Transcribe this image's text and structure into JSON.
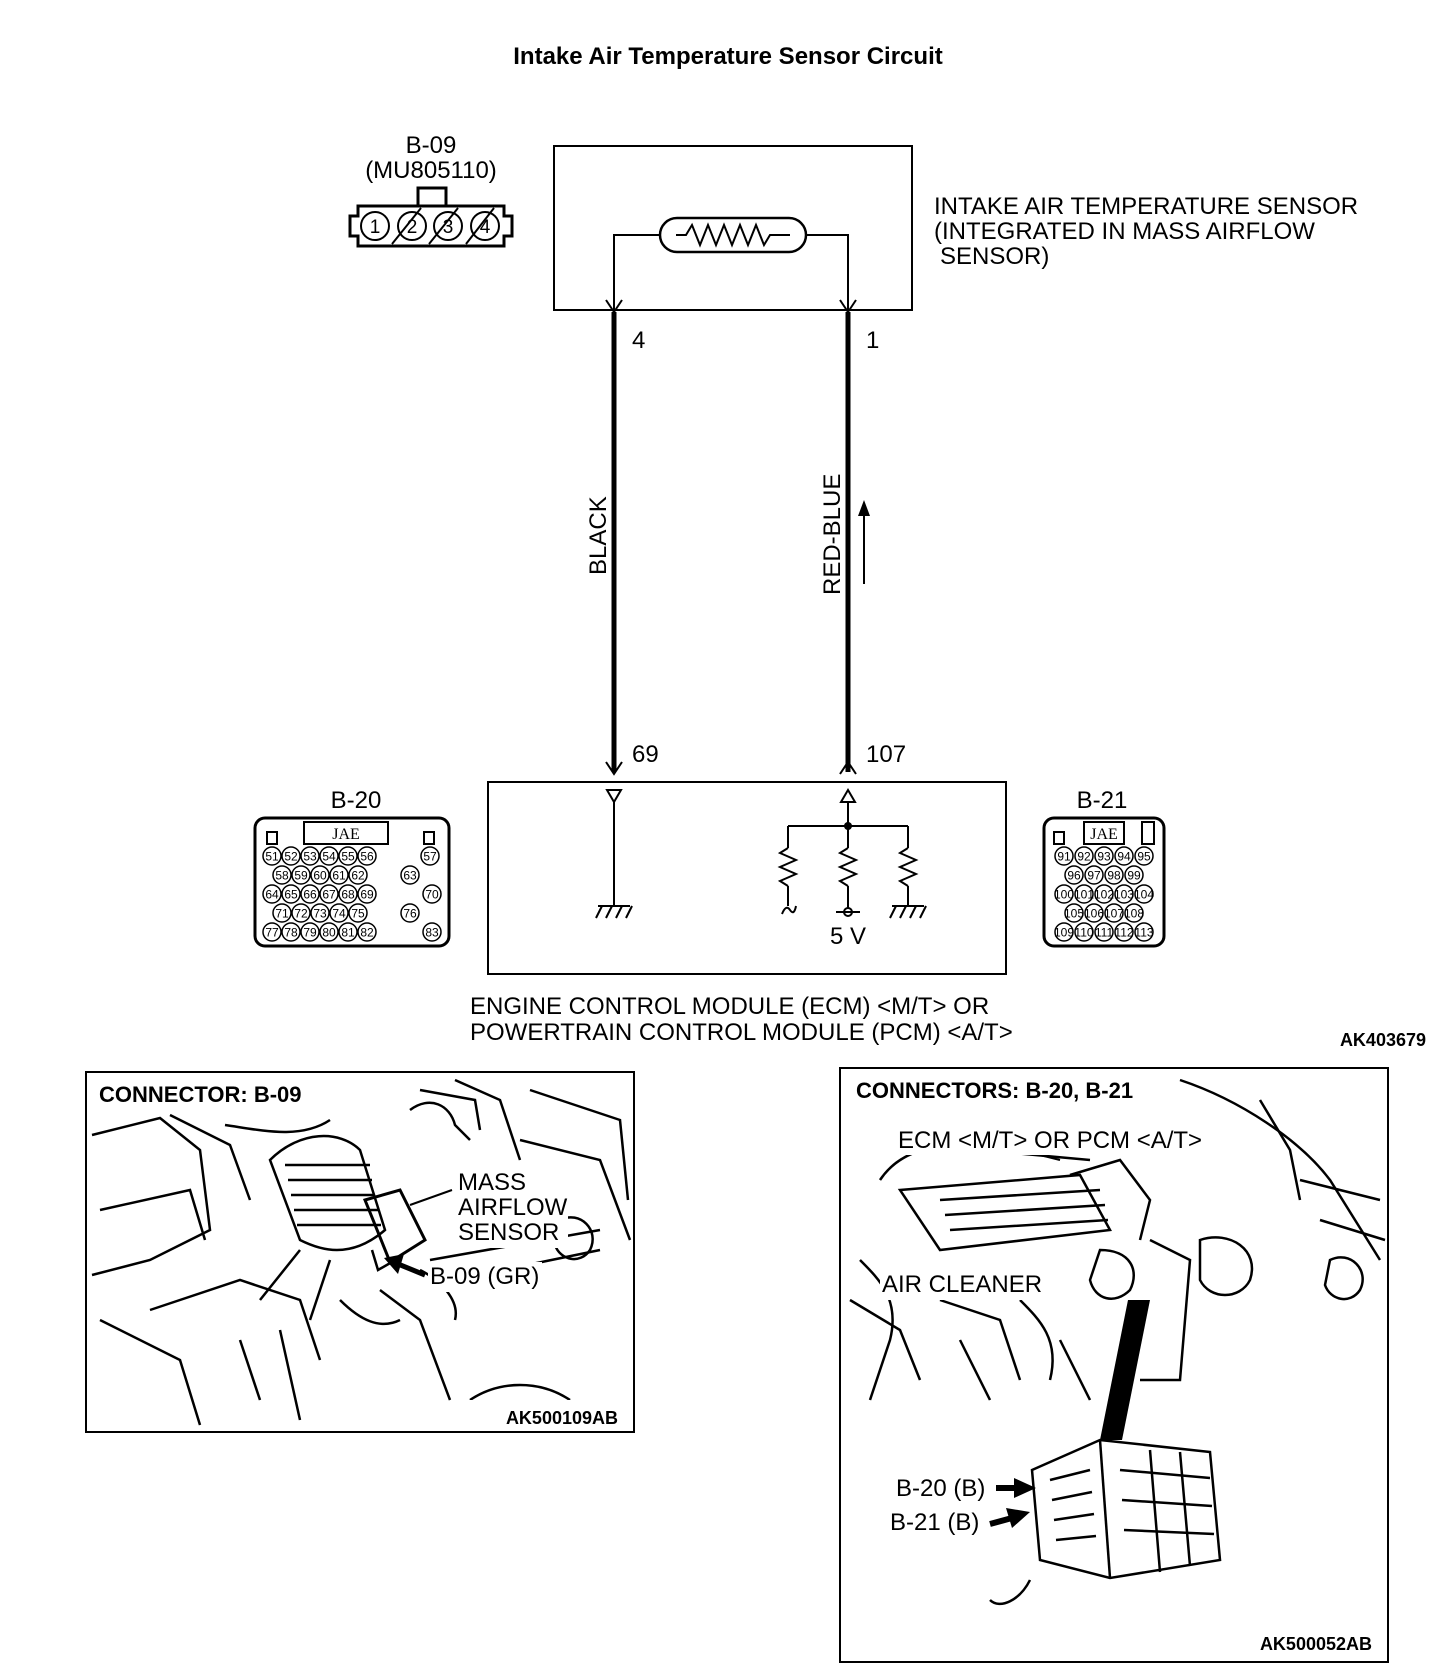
{
  "title": "Intake Air Temperature Sensor Circuit",
  "figure_ids": {
    "main": "AK403679",
    "b09_photo": "AK500109AB",
    "b20_b21_photo": "AK500052AB"
  },
  "sensor": {
    "connector_id": "B-09",
    "part_no": "(MU805110)",
    "pins": [
      "1",
      "2",
      "3",
      "4"
    ],
    "label_line1": "INTAKE AIR TEMPERATURE SENSOR",
    "label_line2": "(INTEGRATED IN MASS AIRFLOW",
    "label_line3": "SENSOR)"
  },
  "wires": [
    {
      "color_name": "BLACK",
      "sensor_pin": "4",
      "ecm_pin": "69"
    },
    {
      "color_name": "RED-BLUE",
      "sensor_pin": "1",
      "ecm_pin": "107"
    }
  ],
  "ecm": {
    "label_line1": "ENGINE CONTROL MODULE (ECM) <M/T> OR",
    "label_line2": "POWERTRAIN CONTROL MODULE (PCM) <A/T>",
    "supply": "5 V"
  },
  "connector_b20": {
    "id": "B-20",
    "brand": "JAE",
    "rows": [
      [
        "51",
        "52",
        "53",
        "54",
        "55",
        "56",
        "57"
      ],
      [
        "58",
        "59",
        "60",
        "61",
        "62",
        "63"
      ],
      [
        "64",
        "65",
        "66",
        "67",
        "68",
        "69",
        "70"
      ],
      [
        "71",
        "72",
        "73",
        "74",
        "75",
        "76"
      ],
      [
        "77",
        "78",
        "79",
        "80",
        "81",
        "82",
        "83"
      ]
    ]
  },
  "connector_b21": {
    "id": "B-21",
    "brand": "JAE",
    "rows": [
      [
        "91",
        "92",
        "93",
        "94",
        "95"
      ],
      [
        "96",
        "97",
        "98",
        "99"
      ],
      [
        "100",
        "101",
        "102",
        "103",
        "104"
      ],
      [
        "105",
        "106",
        "107",
        "108"
      ],
      [
        "109",
        "110",
        "111",
        "112",
        "113"
      ]
    ]
  },
  "photo_b09": {
    "heading": "CONNECTOR: B-09",
    "callout_line1": "MASS",
    "callout_line2": "AIRFLOW",
    "callout_line3": "SENSOR",
    "pointer": "B-09 (GR)"
  },
  "photo_b20_b21": {
    "heading": "CONNECTORS: B-20, B-21",
    "ecm_label": "ECM <M/T> OR PCM <A/T>",
    "air_cleaner": "AIR CLEANER",
    "pointer1": "B-20 (B)",
    "pointer2": "B-21 (B)"
  }
}
